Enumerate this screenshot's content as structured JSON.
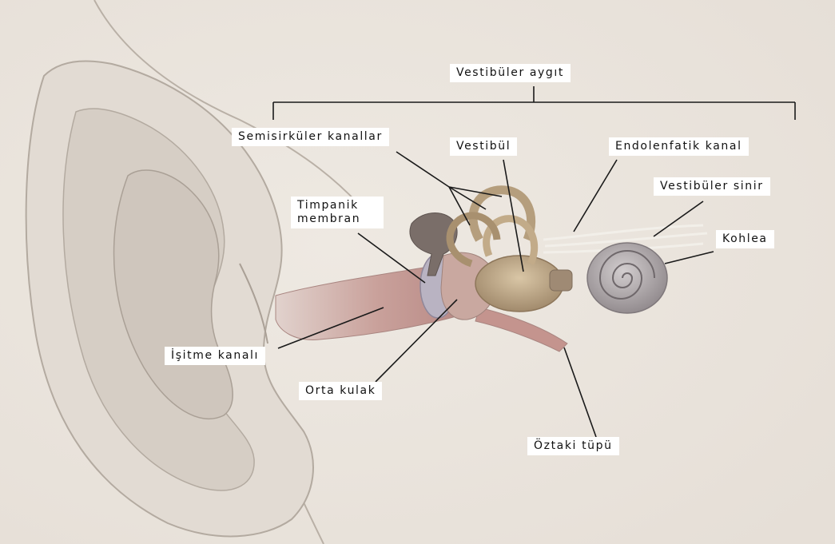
{
  "colors": {
    "background": "#ebe5de",
    "skin": "#e3dcd4",
    "skin_shadow": "#cfc6bc",
    "canal": "#c79a93",
    "bone": "#bfa98a",
    "cochlea": "#a9a3a4",
    "label_bg": "#ffffff",
    "line": "#1a1a1a"
  },
  "labels": {
    "vestibular_apparatus": "Vestibüler aygıt",
    "semicircular_canals": "Semisirküler kanallar",
    "vestibule": "Vestibül",
    "endolymphatic_duct": "Endolenfatik kanal",
    "vestibular_nerve": "Vestibüler sinir",
    "tympanic_membrane_line1": "Timpanik",
    "tympanic_membrane_line2": "membran",
    "cochlea": "Kohlea",
    "ear_canal": "İşitme kanalı",
    "middle_ear": "Orta kulak",
    "eustachian_tube": "Öztaki tüpü"
  }
}
